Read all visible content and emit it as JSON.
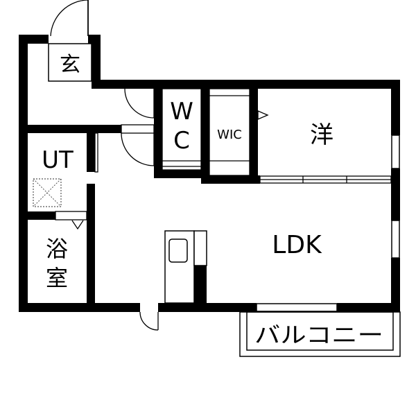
{
  "rooms": {
    "entrance": "玄",
    "wc_top": "W",
    "wc_bottom": "C",
    "wic": "WIC",
    "western": "洋",
    "ut": "UT",
    "bath_top": "浴",
    "bath_bottom": "室",
    "ldk": "LDK",
    "balcony": "バルコニー"
  },
  "colors": {
    "wall": "#000000",
    "background": "#ffffff",
    "hatch": "#555555"
  }
}
